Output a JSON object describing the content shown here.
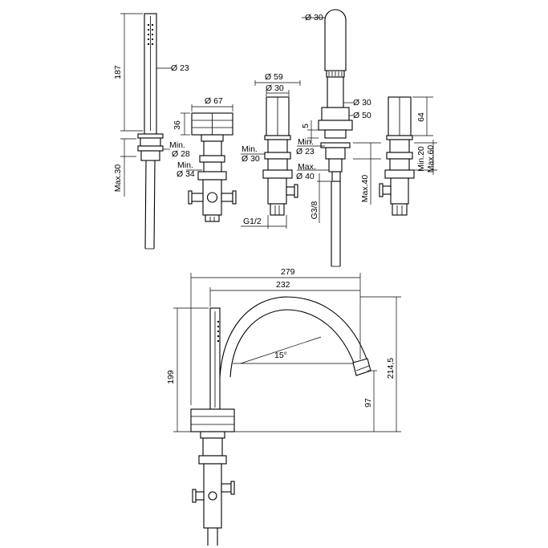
{
  "dimensions": {
    "handshower_height": "187",
    "handshower_diameter": "Ø 23",
    "handshower_min_hole": "Min.",
    "handshower_min_hole_value": "Ø 28",
    "handshower_deck_max": "Max.30",
    "valve_cap_height": "36",
    "valve_cap_diameter": "Ø 67",
    "valve_min_hole": "Min.",
    "valve_min_hole_value": "Ø 34",
    "mixer_outer_diameter": "Ø 59",
    "mixer_inner_diameter": "Ø 30",
    "mixer_min_hole": "Min.",
    "mixer_min_hole_value": "Ø 30",
    "mixer_inlet_thread": "G1/2",
    "diverter_top_diameter": "Ø 30",
    "diverter_handle_diameter": "Ø 30",
    "diverter_base_diameter": "Ø 50",
    "diverter_gap": "5",
    "diverter_min_hole": "Min.",
    "diverter_min_hole_value": "Ø 23",
    "diverter_max_hole": "Max.",
    "diverter_max_hole_value": "Ø 40",
    "diverter_thread": "G3/8",
    "diverter_deck_max": "Max.40",
    "knob_height": "64",
    "knob_deck_min": "Min.20",
    "knob_deck_max": "Max.60",
    "spout_reach_total": "279",
    "spout_reach_outlet": "232",
    "spout_angle": "15°",
    "spout_height": "199",
    "spout_total_height": "214,5",
    "spout_outlet_height": "97"
  }
}
